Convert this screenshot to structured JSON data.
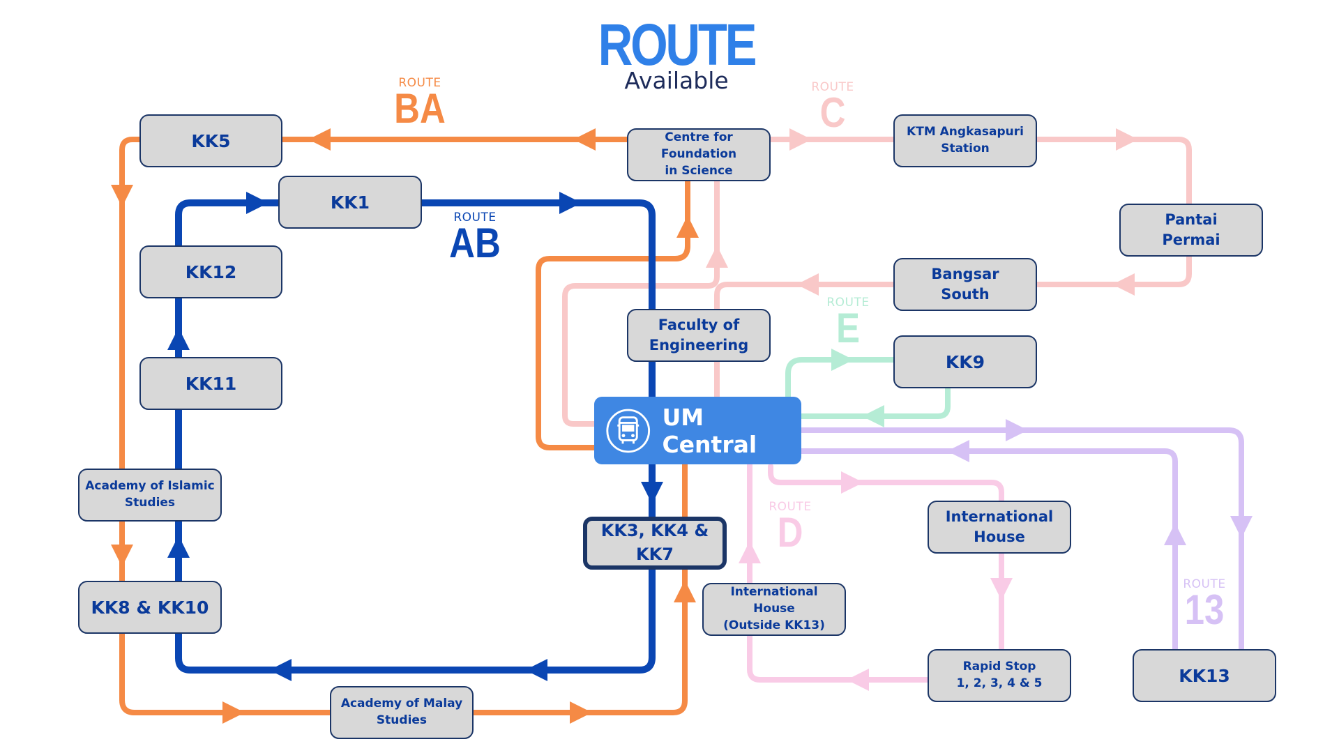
{
  "header": {
    "title": "ROUTE",
    "subtitle": "Available"
  },
  "colors": {
    "route_ba": "#f58a45",
    "route_ab": "#0a46b3",
    "route_c": "#f9c8c8",
    "route_d": "#f9cbe6",
    "route_e": "#b5ecd5",
    "route_13": "#d6c1f5",
    "hub": "#3f87e3",
    "node_fill": "#d8d8d8",
    "node_border": "#1b3566",
    "node_text": "#0a3a9a"
  },
  "routes": [
    {
      "id": "ba",
      "prefix": "ROUTE",
      "name": "BA"
    },
    {
      "id": "ab",
      "prefix": "ROUTE",
      "name": "AB"
    },
    {
      "id": "c",
      "prefix": "ROUTE",
      "name": "C"
    },
    {
      "id": "e",
      "prefix": "ROUTE",
      "name": "E"
    },
    {
      "id": "d",
      "prefix": "ROUTE",
      "name": "D"
    },
    {
      "id": "13",
      "prefix": "ROUTE",
      "name": "13"
    }
  ],
  "hub": {
    "label": "UM Central",
    "icon": "bus-icon"
  },
  "stops": {
    "kk5": "KK5",
    "kk1": "KK1",
    "kk12": "KK12",
    "kk11": "KK11",
    "academy_islamic": "Academy of Islamic\nStudies",
    "kk8_kk10": "KK8 & KK10",
    "academy_malay": "Academy of Malay\nStudies",
    "cfs": "Centre for Foundation\nin Science",
    "faculty_engineering": "Faculty of\nEngineering",
    "kk3_kk4_kk7": "KK3, KK4 & KK7",
    "ih_outside_kk13": "International House\n(Outside KK13)",
    "ktm": "KTM Angkasapuri\nStation",
    "pantai_permai": "Pantai\nPermai",
    "bangsar_south": "Bangsar\nSouth",
    "kk9": "KK9",
    "international_house": "International\nHouse",
    "rapid_stop": "Rapid Stop\n1, 2, 3, 4 & 5",
    "kk13": "KK13"
  }
}
